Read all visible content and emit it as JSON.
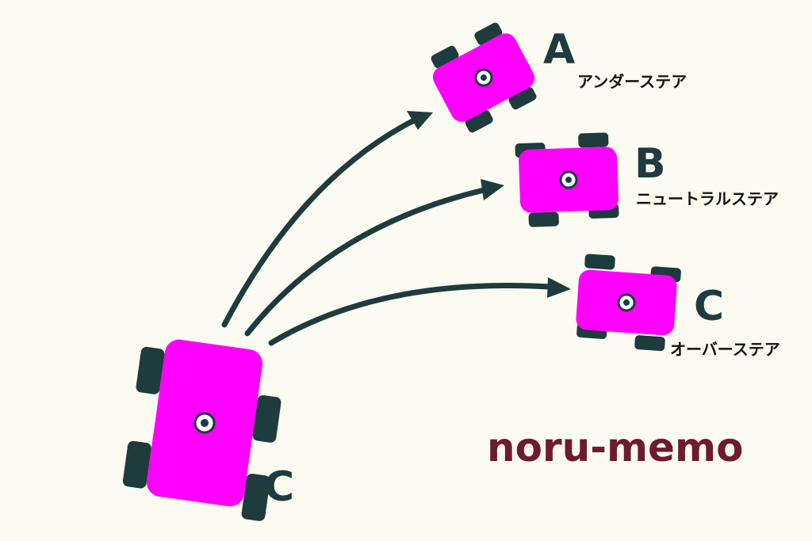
{
  "colors": {
    "background": "#fbfbf1",
    "car_body": "#ff00ff",
    "dark": "#1e3b3e",
    "brand": "#6e1b2c"
  },
  "start_car": {
    "label": "C"
  },
  "paths": [
    {
      "letter": "A",
      "caption": "アンダーステア"
    },
    {
      "letter": "B",
      "caption": "ニュートラルステア"
    },
    {
      "letter": "C",
      "caption": "オーバーステア"
    }
  ],
  "brand": {
    "text": "noru-memo"
  }
}
